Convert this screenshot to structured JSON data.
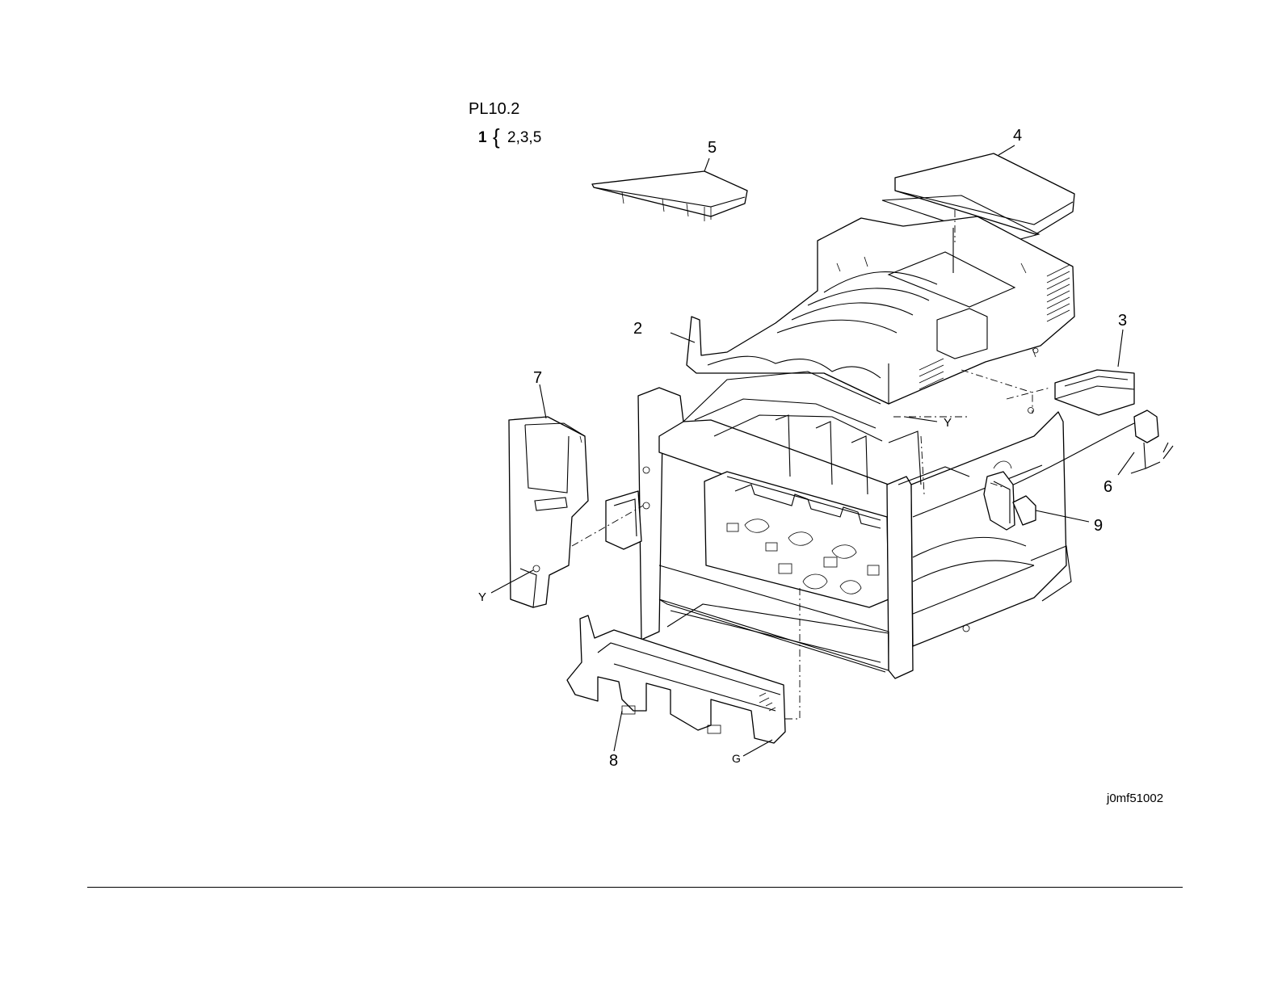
{
  "header": {
    "ref": "PL10.2",
    "kit_item": "1",
    "kit_brace": "{",
    "kit_members": "2,3,5"
  },
  "callouts": {
    "c2": "2",
    "c3": "3",
    "c4": "4",
    "c5": "5",
    "c6": "6",
    "c7": "7",
    "c8": "8",
    "c9": "9"
  },
  "connectors": {
    "y_top": "Y",
    "y_left": "Y",
    "g_bottom": "G"
  },
  "figure_id": "j0mf51002"
}
